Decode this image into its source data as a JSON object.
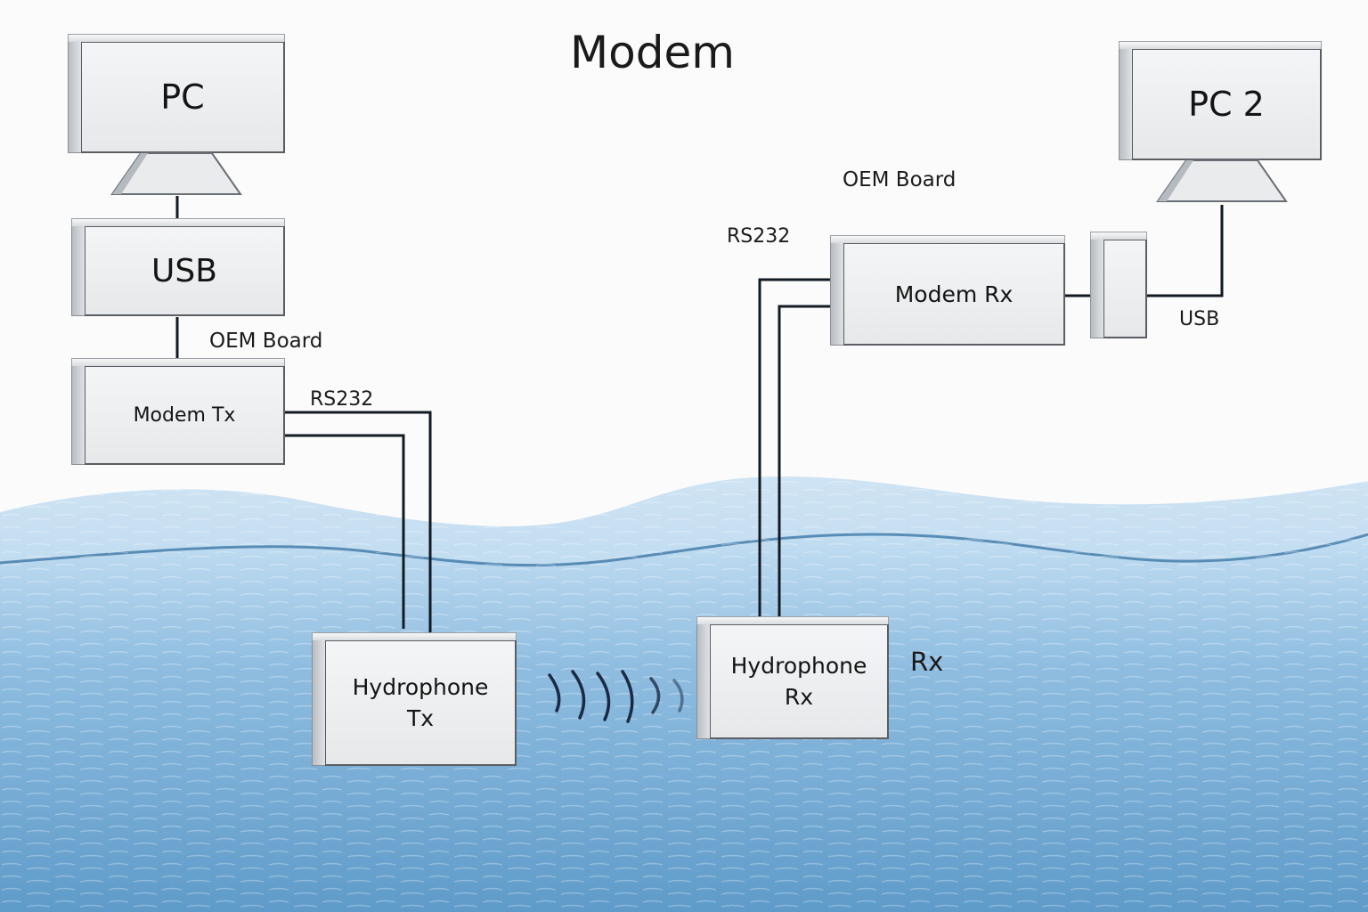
{
  "title": "Modem",
  "colors": {
    "water_light": "#bcdaf0",
    "water_mid": "#7fb3da",
    "water_deep": "#5c9ac8",
    "wire": "#121a24",
    "box_face": "#eceef0",
    "signal": "#1a2a44"
  },
  "transmitter": {
    "pc": {
      "label": "PC",
      "icon": "monitor-icon"
    },
    "usb": {
      "label": "USB"
    },
    "oem_board_label": "OEM Board",
    "modem": {
      "label": "Modem Tx"
    },
    "rs232_label": "RS232",
    "hydrophone": {
      "label_line1": "Hydrophone",
      "label_line2": "Tx"
    }
  },
  "receiver": {
    "pc": {
      "label": "PC 2",
      "icon": "monitor-icon"
    },
    "oem_board_label": "OEM Board",
    "rs232_label": "RS232",
    "modem": {
      "label": "Modem Rx"
    },
    "usb_label": "USB",
    "usb_adapter_icon": "usb-adapter-icon",
    "hydrophone": {
      "label_line1": "Hydrophone",
      "label_line2": "Rx"
    },
    "side_label": "Rx"
  },
  "signal": {
    "icon": "acoustic-wave-icon",
    "arc_count": 6
  }
}
